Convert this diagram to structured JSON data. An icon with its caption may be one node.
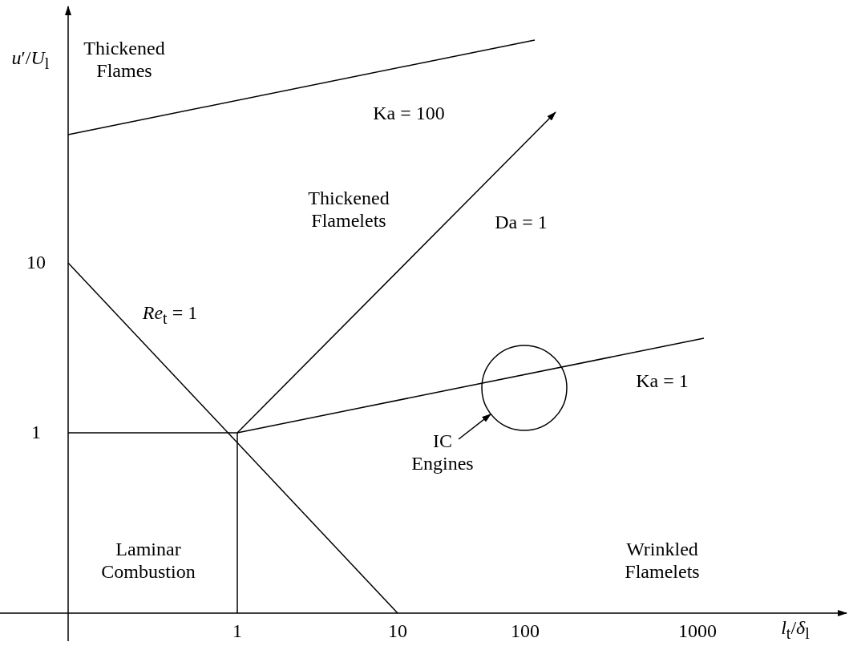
{
  "diagram": {
    "nodes": [
      {
        "text": [
          "IC Engines"
        ]
      },
      {
        "text": [],
        "shape": "circle"
      }
    ],
    "edges": [
      {
        "from": 0,
        "to": 1,
        "arrow": "to"
      }
    ],
    "labels": [
      "*u*′/*U*$_{l}$",
      "Thickened Flames",
      "Ka = 100",
      "Thickened Flamelets",
      "Da = 1",
      "10",
      "*Re*$_{t}$ = 1",
      "Ka = 1",
      "1",
      "Laminar Combustion",
      "Wrinkled Flamelets",
      "1",
      "10",
      "100",
      "1000",
      "*l*$_{t}$/*δ*$_{l}$"
    ]
  }
}
